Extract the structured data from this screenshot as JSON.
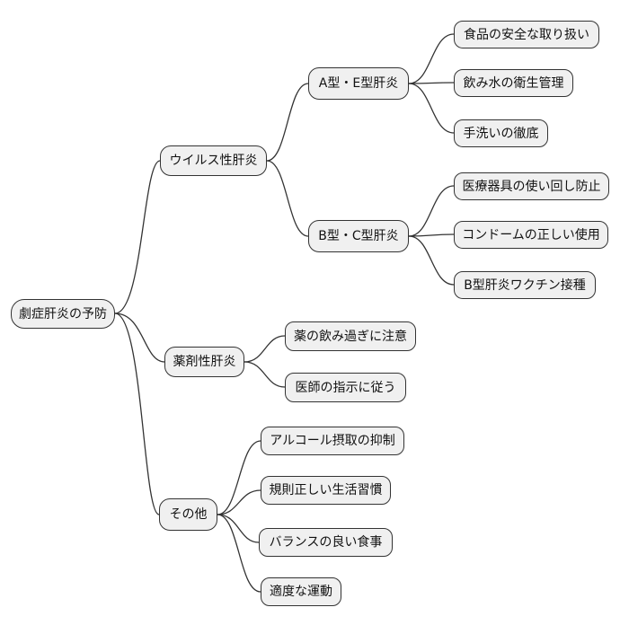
{
  "diagram": {
    "type": "mindmap",
    "language": "ja",
    "topic": "劇症肝炎の予防"
  },
  "nodes": {
    "root": "劇症肝炎の予防",
    "viral": "ウイルス性肝炎",
    "ae": "A型・E型肝炎",
    "food": "食品の安全な取り扱い",
    "water": "飲み水の衛生管理",
    "handwash": "手洗いの徹底",
    "bc": "B型・C型肝炎",
    "medical": "医療器具の使い回し防止",
    "condom": "コンドームの正しい使用",
    "vaccine": "B型肝炎ワクチン接種",
    "drug": "薬剤性肝炎",
    "overdose": "薬の飲み過ぎに注意",
    "doctor": "医師の指示に従う",
    "other": "その他",
    "alcohol": "アルコール摂取の抑制",
    "lifestyle": "規則正しい生活習慣",
    "diet": "バランスの良い食事",
    "exercise": "適度な運動"
  },
  "tree": {
    "劇症肝炎の予防": {
      "ウイルス性肝炎": {
        "A型・E型肝炎": [
          "食品の安全な取り扱い",
          "飲み水の衛生管理",
          "手洗いの徹底"
        ],
        "B型・C型肝炎": [
          "医療器具の使い回し防止",
          "コンドームの正しい使用",
          "B型肝炎ワクチン接種"
        ]
      },
      "薬剤性肝炎": [
        "薬の飲み過ぎに注意",
        "医師の指示に従う"
      ],
      "その他": [
        "アルコール摂取の抑制",
        "規則正しい生活習慣",
        "バランスの良い食事",
        "適度な運動"
      ]
    }
  },
  "colors": {
    "background": "#ffffff",
    "node_fill": "#f0f0f0",
    "node_border": "#333333",
    "connector": "#333333",
    "text": "#111111"
  }
}
